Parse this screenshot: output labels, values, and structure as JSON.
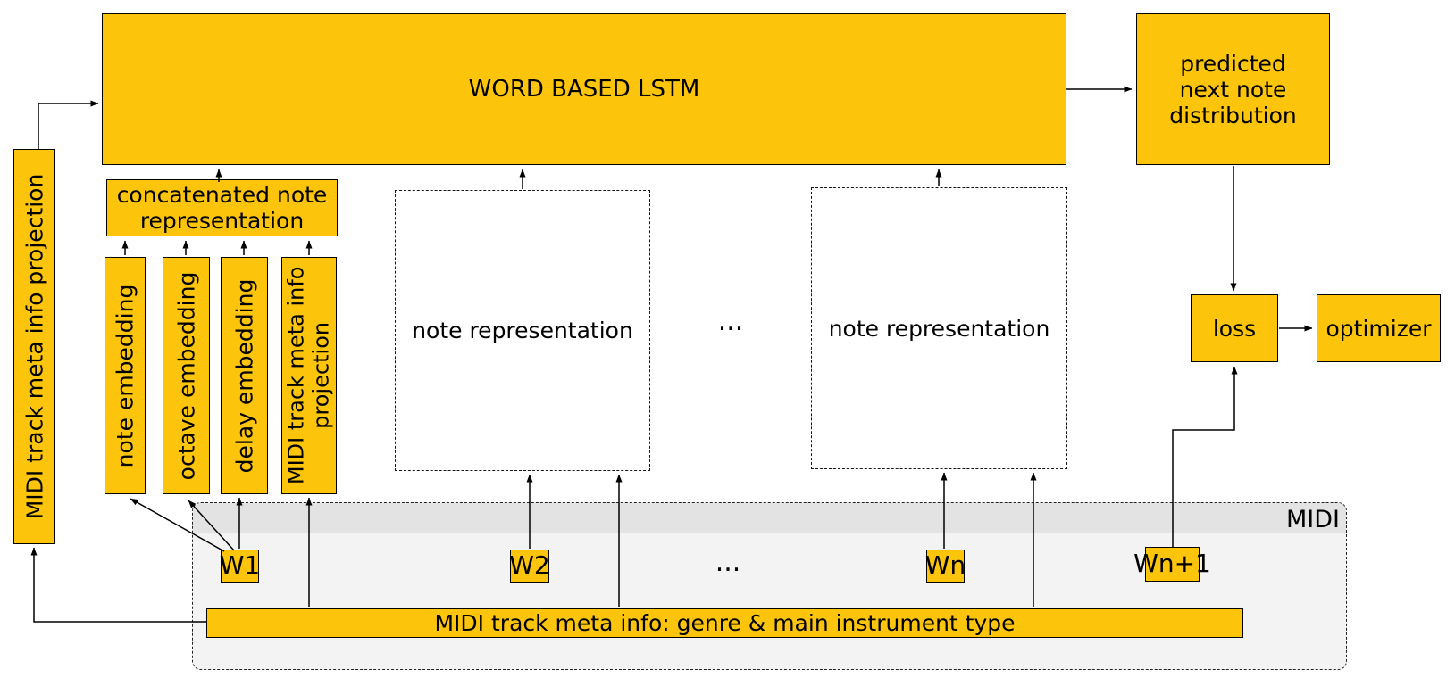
{
  "colors": {
    "node_fill": "#fcc40a",
    "node_border": "#000000",
    "container_body": "#f3f3f3",
    "container_band": "#e3e3e3"
  },
  "nodes": {
    "left_projection": "MIDI track meta info projection",
    "lstm": "WORD BASED LSTM",
    "predicted": "predicted\nnext note\ndistribution",
    "concat": "concatenated note\nrepresentation",
    "embeddings": [
      "note embedding",
      "octave embedding",
      "delay embedding",
      "MIDI track meta info\nprojection"
    ],
    "note_rep_left": "note representation",
    "note_rep_right": "note representation",
    "ellipsis_middle": "...",
    "ellipsis_bottom": "...",
    "loss": "loss",
    "optimizer": "optimizer",
    "tokens": [
      "W1",
      "W2",
      "Wn",
      "Wn+1"
    ],
    "meta_bar": "MIDI track meta info: genre & main instrument type",
    "midi_container_label": "MIDI"
  }
}
